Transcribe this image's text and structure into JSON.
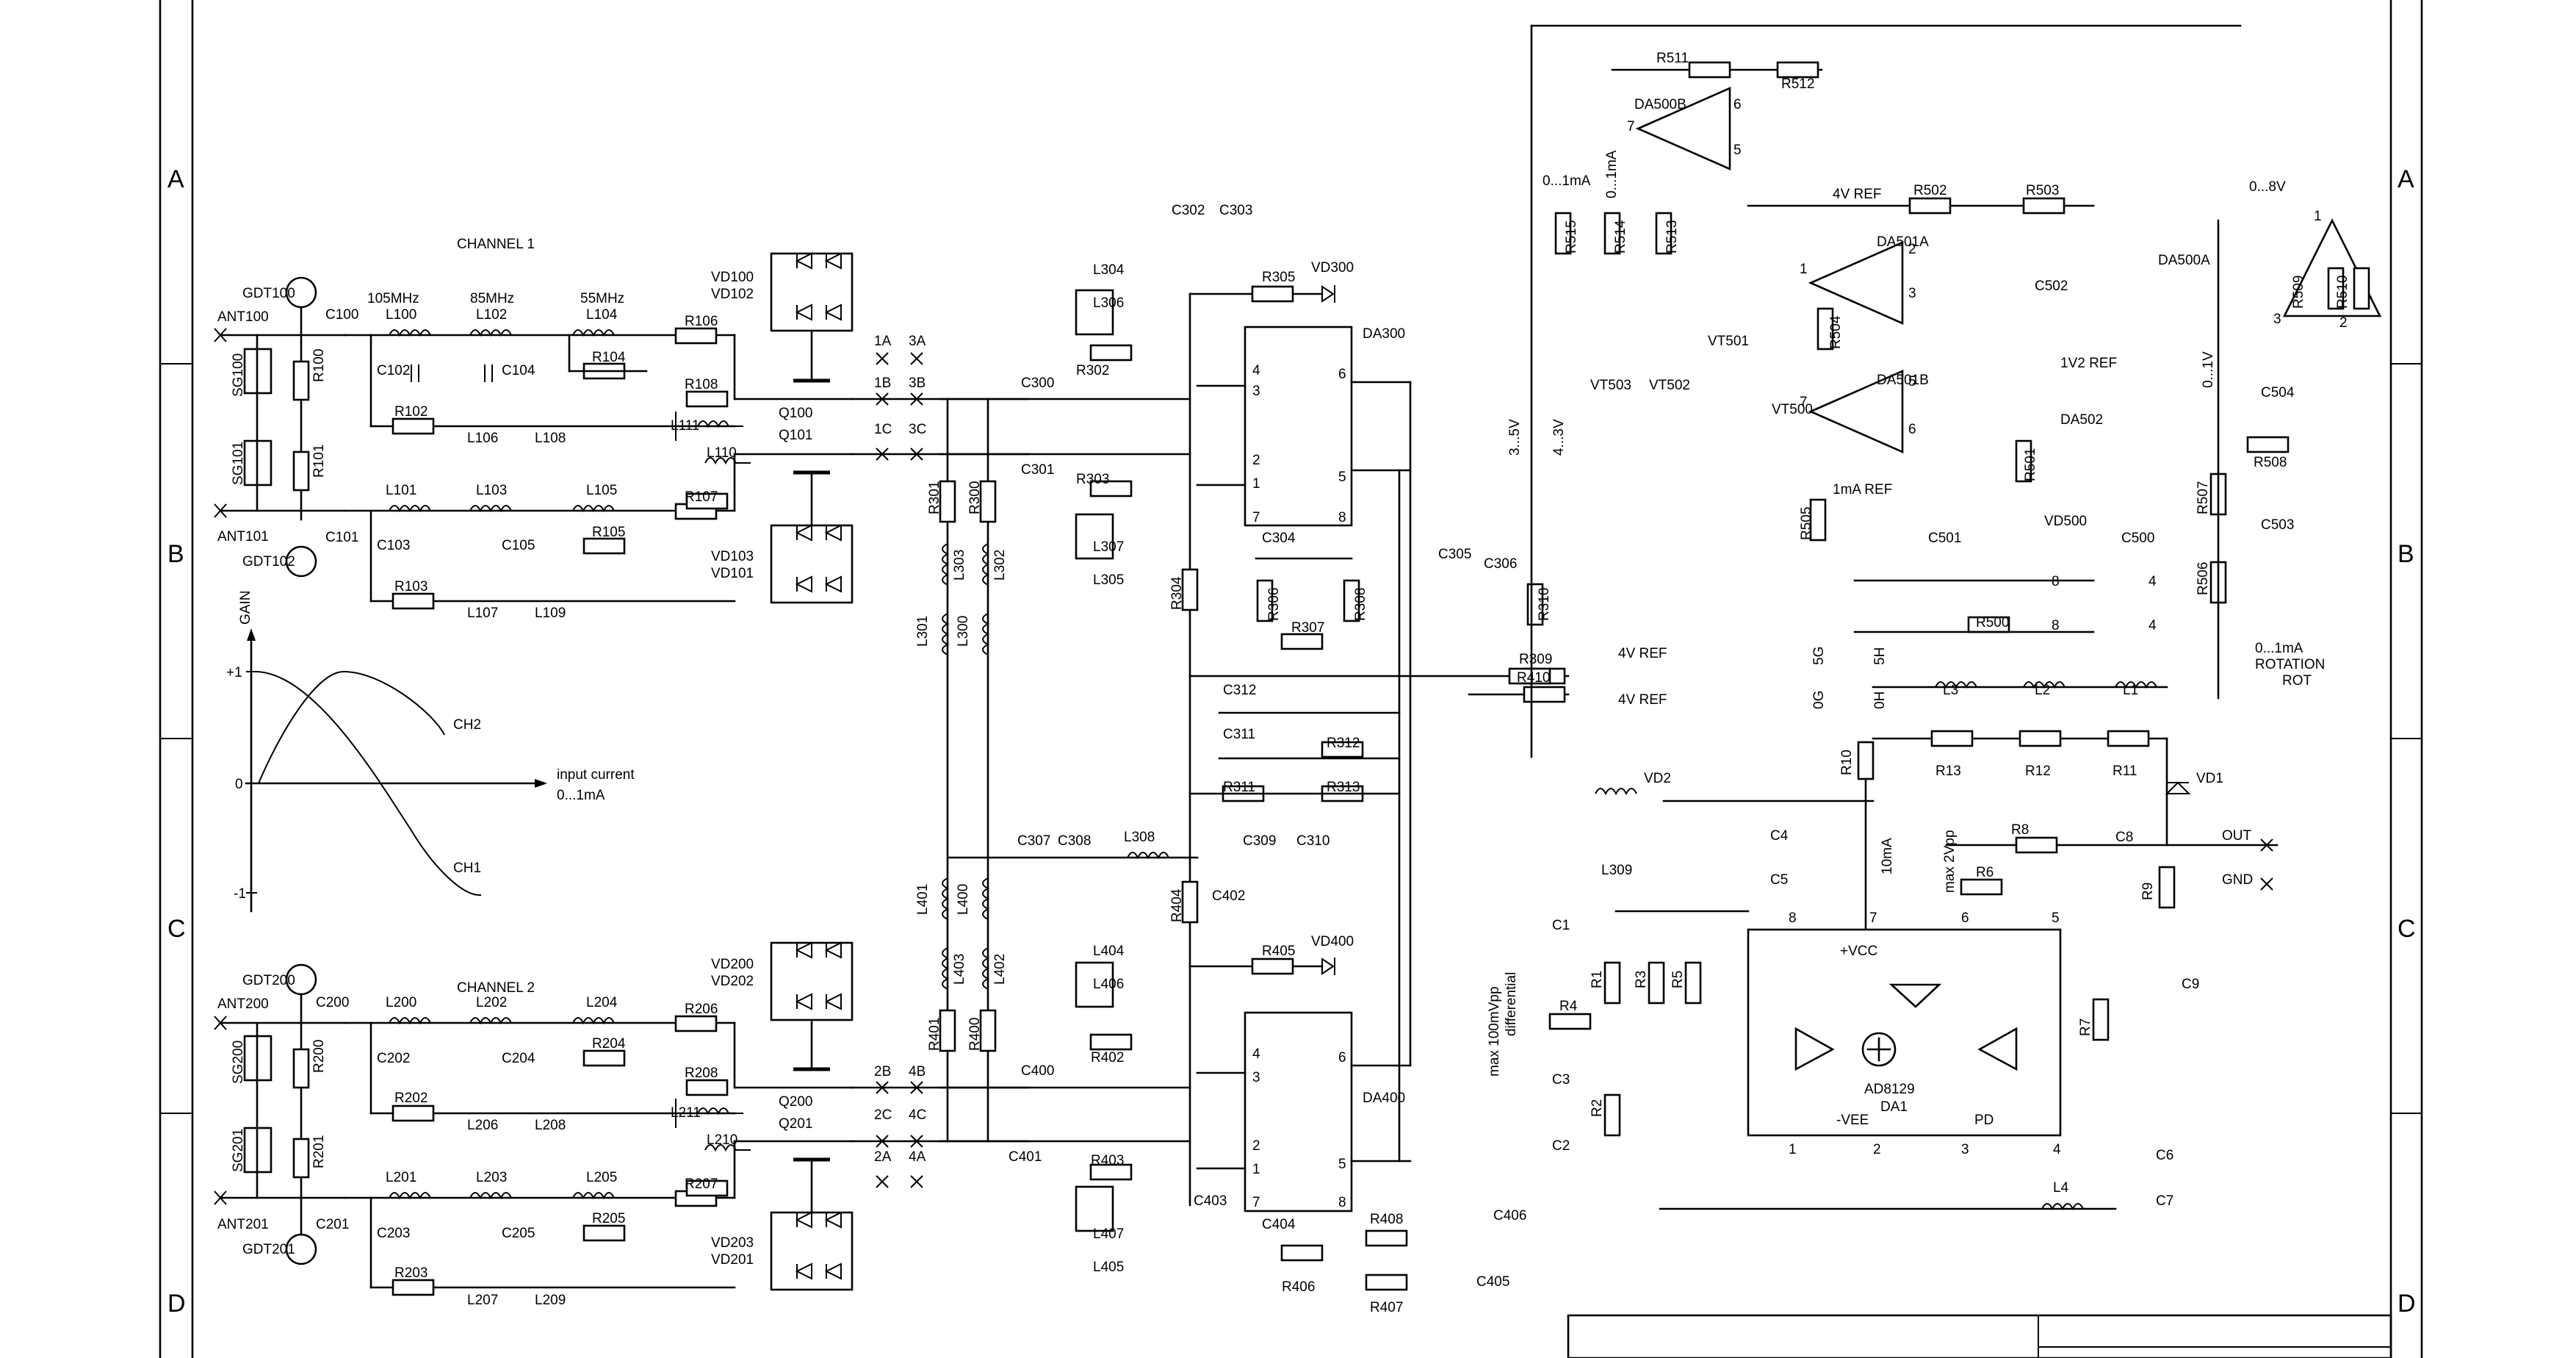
{
  "border": {
    "rows": [
      "A",
      "B",
      "C",
      "D"
    ]
  },
  "titles": {
    "channel1": "CHANNEL 1",
    "channel2": "CHANNEL 2"
  },
  "gain_graph": {
    "y_axis_title": "GAIN",
    "y_ticks": [
      "+1",
      "0",
      "-1"
    ],
    "x_axis_title": "input current",
    "x_axis_range": "0...1mA",
    "curves": [
      "CH2",
      "CH1"
    ]
  },
  "antenna_labels": [
    "GDT100",
    "ANT100",
    "SG100",
    "SG101",
    "ANT101",
    "GDT102",
    "GDT200",
    "ANT200",
    "SG200",
    "SG201",
    "ANT201",
    "GDT201"
  ],
  "ladder_filter_labels": {
    "freqs": [
      "105MHz",
      "85MHz",
      "55MHz"
    ],
    "inductors": [
      "L100",
      "L102",
      "L104",
      "L101",
      "L103",
      "L105",
      "L106",
      "L108",
      "L107",
      "L109",
      "L200",
      "L202",
      "L204",
      "L201",
      "L203",
      "L205",
      "L206",
      "L208",
      "L207",
      "L209"
    ],
    "capacitors": [
      "C100",
      "C101",
      "C102",
      "C104",
      "C103",
      "C105",
      "C200",
      "C201",
      "C202",
      "C204",
      "C203",
      "C205"
    ],
    "resistors": [
      "R100",
      "R101",
      "R102",
      "R104",
      "R103",
      "R105",
      "R200",
      "R201",
      "R202",
      "R204",
      "R203",
      "R205"
    ]
  },
  "mixer_labels": {
    "diodes": [
      "VD100",
      "VD102",
      "VD103",
      "VD101",
      "VD200",
      "VD202",
      "VD203",
      "VD201"
    ],
    "transistors": [
      "Q100",
      "Q101",
      "Q200",
      "Q201"
    ],
    "resistors": [
      "R106",
      "R108",
      "R107",
      "R206",
      "R208",
      "R207"
    ],
    "inductors": [
      "L111",
      "L110",
      "L211",
      "L210"
    ],
    "jumpers": [
      "1A",
      "3A",
      "1B",
      "3B",
      "1C",
      "3C",
      "2B",
      "4B",
      "2C",
      "4C",
      "2A",
      "4A"
    ]
  },
  "middle_labels": [
    "C300",
    "C301",
    "C302",
    "C303",
    "L304",
    "L306",
    "R305",
    "VD300",
    "R302",
    "R303",
    "L307",
    "L305",
    "R301",
    "R300",
    "L303",
    "L302",
    "L301",
    "L300",
    "R304",
    "C307",
    "C308",
    "L308",
    "L401",
    "L400",
    "L403",
    "L402",
    "R401",
    "R400",
    "R404",
    "C309",
    "C310",
    "C402",
    "R405",
    "VD400",
    "L404",
    "L406",
    "R402",
    "C400",
    "C401",
    "R403",
    "L407",
    "L405",
    "C403"
  ],
  "ic_labels": {
    "da300": "DA300",
    "da400": "DA400",
    "pins": [
      "4",
      "6",
      "3",
      "2",
      "1",
      "7",
      "5",
      "8"
    ]
  },
  "center_labels": [
    "C304",
    "C305",
    "C306",
    "R306",
    "R308",
    "R307",
    "R310",
    "R309",
    "R410",
    "C312",
    "C311",
    "R312",
    "R311",
    "R313",
    "C404",
    "R408",
    "R406",
    "R407",
    "C406",
    "C405"
  ],
  "ref_labels": [
    "4V REF",
    "4V REF",
    "3...5V",
    "4...3V",
    "max 100mVpp",
    "differential"
  ],
  "upper_right": {
    "da500b": "DA500B",
    "da501a": "DA501A",
    "da501b": "DA501B",
    "da500a": "DA500A",
    "labels": [
      "R511",
      "R512",
      "0...1mA",
      "0...1mA",
      "R515",
      "R514",
      "R513",
      "VT503",
      "VT502",
      "VT501",
      "4V REF",
      "R502",
      "R503",
      "R504",
      "C502",
      "1V2 REF",
      "DA502",
      "VT500",
      "1mA REF",
      "R505",
      "R501",
      "VD500",
      "C501",
      "C500",
      "R500",
      "R509",
      "R510",
      "0...8V",
      "0...1V",
      "C504",
      "R508",
      "R507",
      "C503",
      "R506",
      "0...1mA",
      "ROTATION",
      "ROT"
    ],
    "pins": [
      "7",
      "6",
      "5",
      "1",
      "3",
      "2",
      "5",
      "7",
      "6",
      "8",
      "8",
      "4",
      "4",
      "1",
      "3",
      "2"
    ]
  },
  "lower_right": {
    "ic_name": "AD8129",
    "ic_ref": "DA1",
    "pins_text": [
      "+VCC",
      "-VEE",
      "PD"
    ],
    "pin_numbers": [
      "8",
      "7",
      "6",
      "5",
      "1",
      "2",
      "3",
      "4"
    ],
    "labels": [
      "5G",
      "5H",
      "0G",
      "0H",
      "L3",
      "L2",
      "L1",
      "R10",
      "R13",
      "R12",
      "R11",
      "VD1",
      "VD2",
      "C4",
      "C5",
      "10mA",
      "max 2Vpp",
      "R8",
      "C8",
      "OUT",
      "R6",
      "R9",
      "GND",
      "C9",
      "L309",
      "C1",
      "R1",
      "R3",
      "R5",
      "R4",
      "C3",
      "R2",
      "C2",
      "R7",
      "C6",
      "C7",
      "L4"
    ]
  }
}
